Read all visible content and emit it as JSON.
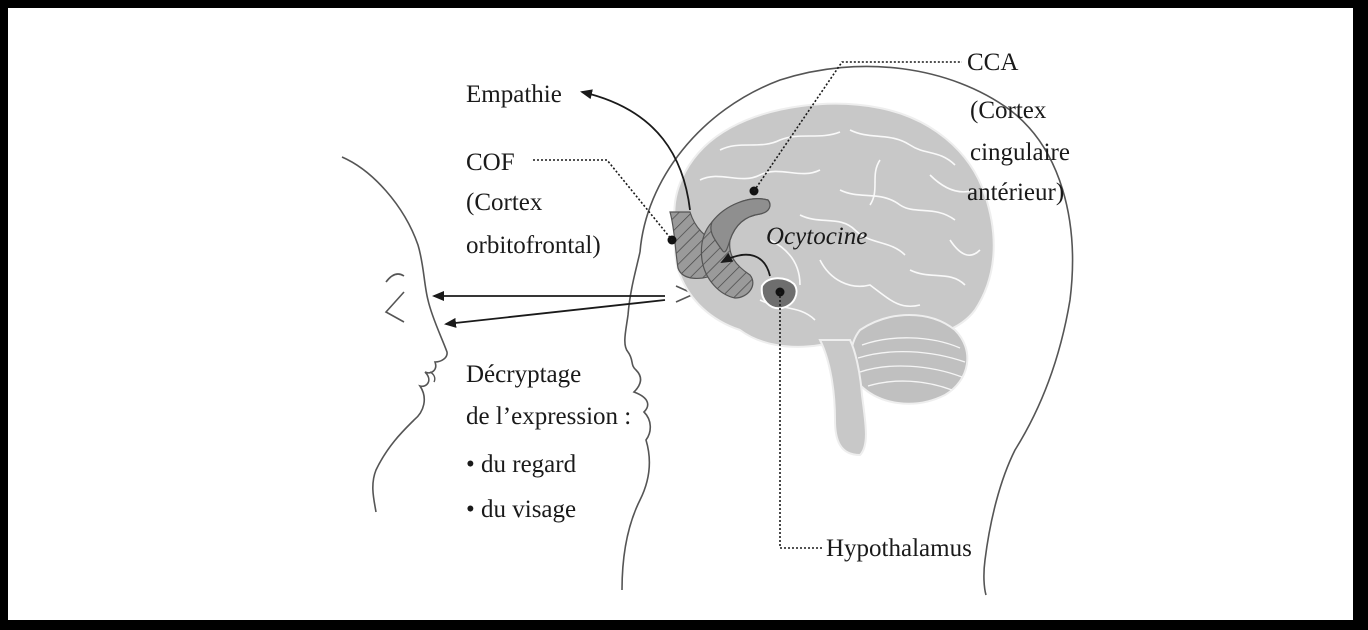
{
  "labels": {
    "cca": "CCA",
    "cca_full_1": "(Cortex",
    "cca_full_2": "cingulaire",
    "cca_full_3": "antérieur)",
    "empathie": "Empathie",
    "cof": "COF",
    "cof_full_1": "(Cortex",
    "cof_full_2": "orbitofrontal)",
    "ocytocine": "Ocytocine",
    "decryptage_1": "Décryptage",
    "decryptage_2": "de l’expression :",
    "bullet_1": "• du regard",
    "bullet_2": "• du visage",
    "hypothalamus": "Hypothalamus"
  },
  "colors": {
    "frame": "#000000",
    "background": "#ffffff",
    "brain": "#c8c8c8",
    "region": "#8f8f8f",
    "line": "#1a1a1a"
  }
}
